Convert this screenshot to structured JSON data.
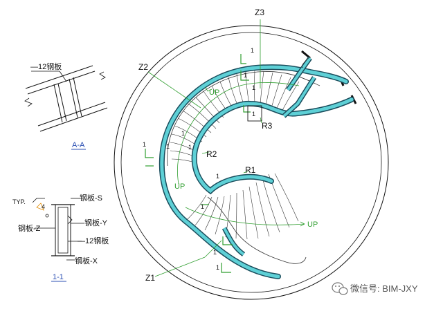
{
  "detail_aa": {
    "plate_label": "—12钢板",
    "title": "A-A"
  },
  "detail_11": {
    "typ_label": "TYP.",
    "weld_label": "4",
    "steel_s": "钢板-S",
    "steel_y": "钢板-Y",
    "steel_z": "钢板-Z",
    "plate_label": "—12钢板",
    "steel_x": "钢板-X",
    "title": "1-1"
  },
  "plan": {
    "z3": "Z3",
    "z2": "Z2",
    "z1": "Z1",
    "r1": "R1",
    "r2": "R2",
    "r3": "R3",
    "up": "UP",
    "section_mark": "1"
  },
  "watermark": {
    "icon": "wechat-icon",
    "text": "微信号: BIM-JXY"
  },
  "colors": {
    "stringer_fill": "#5ed0d6",
    "stringer_edge": "#1a4d5c",
    "leader": "#2f9e2f",
    "label_blue": "#2b4fb3"
  }
}
